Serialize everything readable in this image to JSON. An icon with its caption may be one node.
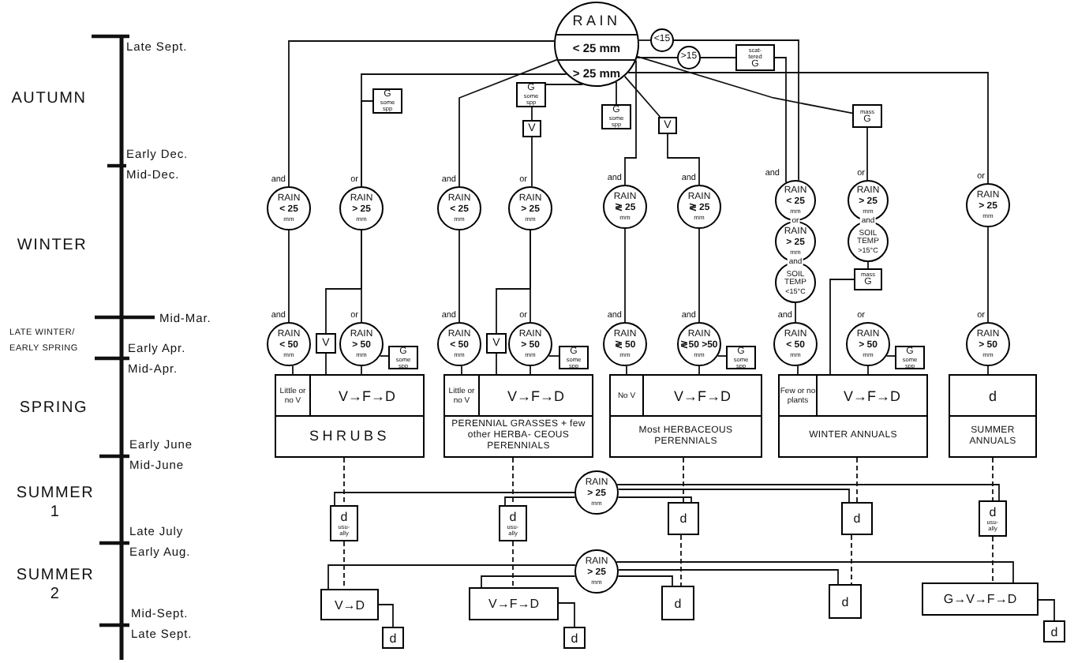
{
  "diagram": {
    "nodes": [
      {
        "text": [
          "RAIN",
          "< 25 mm",
          "> 25 mm"
        ]
      },
      {
        "text": [
          "<15"
        ]
      },
      {
        "text": [
          ">15"
        ]
      },
      {
        "text": [
          "scat- tered",
          "G"
        ]
      },
      {
        "text": [
          "G",
          "some spp"
        ]
      },
      {
        "text": [
          "G",
          "some spp"
        ]
      },
      {
        "text": [
          "V"
        ]
      },
      {
        "text": [
          "G",
          "some spp"
        ]
      },
      {
        "text": [
          "V"
        ]
      },
      {
        "text": [
          "mass",
          "G"
        ]
      },
      {
        "text": [
          "RAIN",
          "< 25",
          "mm"
        ],
        "beside": [
          "and"
        ]
      },
      {
        "text": [
          "RAIN",
          "> 25",
          "mm"
        ],
        "beside": [
          "or"
        ]
      },
      {
        "text": [
          "RAIN",
          "< 25",
          "mm"
        ],
        "beside": [
          "and"
        ]
      },
      {
        "text": [
          "RAIN",
          "> 25",
          "mm"
        ],
        "beside": [
          "or"
        ]
      },
      {
        "text": [
          "RAIN",
          "≷ 25",
          "mm"
        ],
        "beside": [
          "and"
        ]
      },
      {
        "text": [
          "RAIN",
          "≷ 25",
          "mm"
        ],
        "beside": [
          "and"
        ]
      },
      {
        "text": [
          "RAIN",
          "< 25",
          "mm"
        ],
        "beside": [
          "and"
        ]
      },
      {
        "text": [
          "RAIN",
          "> 25",
          "mm"
        ],
        "beside": [
          "or"
        ]
      },
      {
        "text": [
          "SOIL TEMP",
          "<15°C"
        ],
        "beside": [
          "and"
        ]
      },
      {
        "text": [
          "RAIN",
          "> 25",
          "mm"
        ],
        "beside": [
          "or"
        ]
      },
      {
        "text": [
          "SOIL TEMP",
          ">15°C"
        ],
        "beside": [
          "and"
        ]
      },
      {
        "text": [
          "mass",
          "G"
        ]
      },
      {
        "text": [
          "RAIN",
          "> 25",
          "mm"
        ],
        "beside": [
          "or"
        ]
      },
      {
        "text": [
          "RAIN",
          "< 50",
          "mm"
        ],
        "beside": [
          "and"
        ]
      },
      {
        "text": [
          "V"
        ]
      },
      {
        "text": [
          "RAIN",
          "> 50",
          "mm"
        ],
        "beside": [
          "or"
        ]
      },
      {
        "text": [
          "G",
          "some spp"
        ]
      },
      {
        "text": [
          "RAIN",
          "< 50",
          "mm"
        ],
        "beside": [
          "and"
        ]
      },
      {
        "text": [
          "V"
        ]
      },
      {
        "text": [
          "RAIN",
          "> 50",
          "mm"
        ],
        "beside": [
          "or"
        ]
      },
      {
        "text": [
          "G",
          "some spp"
        ]
      },
      {
        "text": [
          "RAIN",
          "≷ 50",
          "mm"
        ],
        "beside": [
          "and"
        ]
      },
      {
        "text": [
          "RAIN",
          "≷50 >50",
          "mm"
        ],
        "beside": [
          "and"
        ]
      },
      {
        "text": [
          "G",
          "some spp"
        ]
      },
      {
        "text": [
          "RAIN",
          "< 50",
          "mm"
        ],
        "beside": [
          "and"
        ]
      },
      {
        "text": [
          "RAIN",
          "> 50",
          "mm"
        ],
        "beside": [
          "or"
        ]
      },
      {
        "text": [
          "G",
          "some spp"
        ]
      },
      {
        "text": [
          "RAIN",
          "> 50",
          "mm"
        ],
        "beside": [
          "or"
        ]
      },
      {
        "text": [],
        "shape": "box"
      },
      {
        "text": [
          "Little or no V"
        ],
        "in": 38
      },
      {
        "text": [
          "V→F→D"
        ],
        "in": 38
      },
      {
        "text": [
          "SHRUBS"
        ],
        "in": 38
      },
      {
        "text": [],
        "shape": "box"
      },
      {
        "text": [
          "Little or no V"
        ],
        "in": 42
      },
      {
        "text": [
          "V→F→D"
        ],
        "in": 42
      },
      {
        "text": [
          "PERENNIAL GRASSES + few other HERBA- CEOUS PERENNIALS"
        ],
        "in": 42
      },
      {
        "text": [],
        "shape": "box"
      },
      {
        "text": [
          "No V"
        ],
        "in": 46
      },
      {
        "text": [
          "V→F→D"
        ],
        "in": 46
      },
      {
        "text": [
          "Most HERBACEOUS PERENNIALS"
        ],
        "in": 46
      },
      {
        "text": [],
        "shape": "box"
      },
      {
        "text": [
          "Few or no plants"
        ],
        "in": 50
      },
      {
        "text": [
          "V→F→D"
        ],
        "in": 50
      },
      {
        "text": [
          "WINTER ANNUALS"
        ],
        "in": 50
      },
      {
        "text": [],
        "shape": "box"
      },
      {
        "text": [
          "d"
        ],
        "in": 54
      },
      {
        "text": [
          "SUMMER ANNUALS"
        ],
        "in": 54
      },
      {
        "text": [
          "RAIN",
          "> 25",
          "mm"
        ]
      },
      {
        "text": [
          "d",
          "usu- ally"
        ]
      },
      {
        "text": [
          "d",
          "usu- ally"
        ]
      },
      {
        "text": [
          "d"
        ]
      },
      {
        "text": [
          "d"
        ]
      },
      {
        "text": [
          "d",
          "usu- ally"
        ]
      },
      {
        "text": [
          "RAIN",
          "> 25",
          "mm"
        ]
      },
      {
        "text": [
          "V→D"
        ]
      },
      {
        "text": [
          "d"
        ]
      },
      {
        "text": [
          "V→F→D"
        ]
      },
      {
        "text": [
          "d"
        ]
      },
      {
        "text": [
          "d"
        ]
      },
      {
        "text": [
          "d"
        ]
      },
      {
        "text": [
          "G→V→F→D"
        ]
      },
      {
        "text": [
          "d"
        ]
      }
    ],
    "edges": [
      {
        "from": 0,
        "to": 10,
        "arrow": "none"
      },
      {
        "from": 0,
        "to": 1,
        "arrow": "none"
      },
      {
        "from": 1,
        "to": 16,
        "arrow": "none"
      },
      {
        "from": 0,
        "to": 2,
        "arrow": "none"
      },
      {
        "from": 2,
        "to": 3,
        "arrow": "none"
      },
      {
        "from": 3,
        "to": 16,
        "arrow": "none"
      },
      {
        "from": 0,
        "to": 11,
        "arrow": "none"
      },
      {
        "from": 4,
        "to": 11,
        "arrow": "none"
      },
      {
        "from": 0,
        "to": 12,
        "arrow": "none"
      },
      {
        "from": 0,
        "to": 5,
        "arrow": "none"
      },
      {
        "from": 5,
        "to": 6,
        "arrow": "none"
      },
      {
        "from": 6,
        "to": 13,
        "arrow": "none"
      },
      {
        "from": 0,
        "to": 7,
        "arrow": "none"
      },
      {
        "from": 0,
        "to": 14,
        "arrow": "none"
      },
      {
        "from": 0,
        "to": 8,
        "arrow": "none"
      },
      {
        "from": 8,
        "to": 15,
        "arrow": "none"
      },
      {
        "from": 0,
        "to": 9,
        "arrow": "none"
      },
      {
        "from": 9,
        "to": 19,
        "arrow": "none"
      },
      {
        "from": 0,
        "to": 22,
        "arrow": "none"
      },
      {
        "from": 10,
        "to": 23,
        "arrow": "none"
      },
      {
        "from": 11,
        "to": 25,
        "arrow": "none"
      },
      {
        "from": 11,
        "to": 24,
        "arrow": "none"
      },
      {
        "from": 12,
        "to": 27,
        "arrow": "none"
      },
      {
        "from": 13,
        "to": 29,
        "arrow": "none"
      },
      {
        "from": 13,
        "to": 28,
        "arrow": "none"
      },
      {
        "from": 14,
        "to": 31,
        "arrow": "none"
      },
      {
        "from": 15,
        "to": 32,
        "arrow": "none"
      },
      {
        "from": 18,
        "to": 34,
        "arrow": "none"
      },
      {
        "from": 20,
        "to": 21,
        "arrow": "none"
      },
      {
        "from": 21,
        "to": 52,
        "arrow": "none"
      },
      {
        "from": 22,
        "to": 37,
        "arrow": "none"
      },
      {
        "from": 23,
        "to": 39,
        "arrow": "none"
      },
      {
        "from": 24,
        "to": 40,
        "arrow": "none"
      },
      {
        "from": 25,
        "to": 40,
        "arrow": "none"
      },
      {
        "from": 25,
        "to": 26,
        "arrow": "none"
      },
      {
        "from": 27,
        "to": 43,
        "arrow": "none"
      },
      {
        "from": 28,
        "to": 44,
        "arrow": "none"
      },
      {
        "from": 29,
        "to": 44,
        "arrow": "none"
      },
      {
        "from": 29,
        "to": 30,
        "arrow": "none"
      },
      {
        "from": 31,
        "to": 47,
        "arrow": "none"
      },
      {
        "from": 32,
        "to": 48,
        "arrow": "none"
      },
      {
        "from": 32,
        "to": 33,
        "arrow": "none"
      },
      {
        "from": 34,
        "to": 51,
        "arrow": "none"
      },
      {
        "from": 35,
        "to": 52,
        "arrow": "none"
      },
      {
        "from": 35,
        "to": 36,
        "arrow": "none"
      },
      {
        "from": 37,
        "to": 55,
        "arrow": "none"
      },
      {
        "from": 38,
        "to": 58,
        "arrow": "none",
        "style": "dashed"
      },
      {
        "from": 42,
        "to": 59,
        "arrow": "none",
        "style": "dashed"
      },
      {
        "from": 46,
        "to": 60,
        "arrow": "none",
        "style": "dashed"
      },
      {
        "from": 50,
        "to": 61,
        "arrow": "none",
        "style": "dashed"
      },
      {
        "from": 54,
        "to": 62,
        "arrow": "none",
        "style": "dashed"
      },
      {
        "from": 57,
        "to": 58,
        "arrow": "none"
      },
      {
        "from": 57,
        "to": 59,
        "arrow": "none"
      },
      {
        "from": 57,
        "to": 60,
        "arrow": "none"
      },
      {
        "from": 57,
        "to": 61,
        "arrow": "none"
      },
      {
        "from": 57,
        "to": 62,
        "arrow": "none"
      },
      {
        "from": 58,
        "to": 64,
        "arrow": "none",
        "style": "dashed"
      },
      {
        "from": 59,
        "to": 66,
        "arrow": "none",
        "style": "dashed"
      },
      {
        "from": 60,
        "to": 68,
        "arrow": "none",
        "style": "dashed"
      },
      {
        "from": 61,
        "to": 69,
        "arrow": "none",
        "style": "dashed"
      },
      {
        "from": 62,
        "to": 70,
        "arrow": "none",
        "style": "dashed"
      },
      {
        "from": 63,
        "to": 64,
        "arrow": "none"
      },
      {
        "from": 63,
        "to": 66,
        "arrow": "none"
      },
      {
        "from": 63,
        "to": 68,
        "arrow": "none"
      },
      {
        "from": 63,
        "to": 69,
        "arrow": "none"
      },
      {
        "from": 63,
        "to": 70,
        "arrow": "none"
      },
      {
        "from": 64,
        "to": 65,
        "arrow": "none"
      },
      {
        "from": 66,
        "to": 67,
        "arrow": "none"
      },
      {
        "from": 70,
        "to": 71,
        "arrow": "none"
      }
    ],
    "labels": [
      "Late Sept.",
      "AUTUMN",
      "Early Dec.",
      "Mid-Dec.",
      "WINTER",
      "Mid-Mar.",
      "LATE WINTER/ EARLY SPRING",
      "Early Apr.",
      "Mid-Apr.",
      "SPRING",
      "Early June",
      "Mid-June",
      "SUMMER 1",
      "Late July",
      "Early Aug.",
      "SUMMER 2",
      "Mid-Sept.",
      "Late Sept."
    ]
  }
}
